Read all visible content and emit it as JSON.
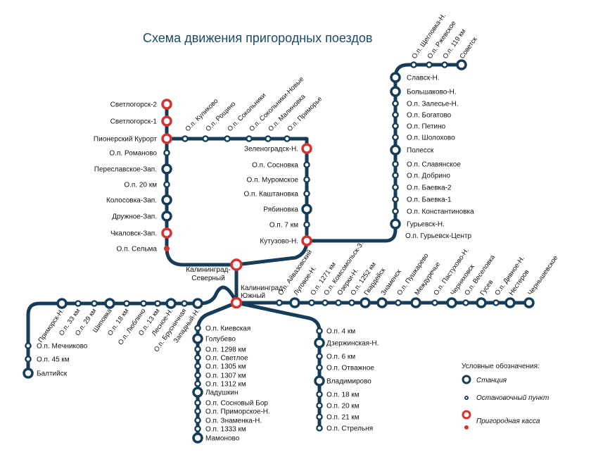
{
  "title": "Схема движения пригородных поездов",
  "legend": {
    "heading": "Условные обозначения:",
    "station": "Станция",
    "stop": "Остановочный пункт",
    "ticket": "Пригородная касса"
  },
  "hubs": {
    "kaliningrad_north": "Калининград-\nСеверный",
    "kaliningrad_south": "Калининград-\nЮжный"
  },
  "west_branch": [
    "Светлогорск-2",
    "Светлогорск-1",
    "Пионерский Курорт",
    "О.п. Романово",
    "Переславское-Зап.",
    "О.п. 20 км",
    "Колосовка-Зап.",
    "Дружное-Зап.",
    "Чкаловск-Зап.",
    "О.п. Сельма"
  ],
  "top_branch": [
    "О.п. Куликово",
    "О.п. Рощино",
    "О.п. Сокольники",
    "О.п. Сокольники-Новые",
    "О.п. Малиновка",
    "О.п. Приморье"
  ],
  "east_branch": [
    "Зеленоградск-Н.",
    "О.п. Сосновка",
    "О.п. Муромское",
    "О.п. Каштановка",
    "Рябиновка",
    "О.п. 7 км",
    "Кутузово-Н."
  ],
  "sovetsk_branch": [
    "Славск-Н.",
    "Большаково-Н.",
    "О.п. Залесье-Н.",
    "О.п. Богатово",
    "О.п. Петино",
    "О.п. Шолохово",
    "Полесск",
    "О.п. Славянское",
    "О.п. Добрино",
    "О.п. Баевка-2",
    "О.п. Баевка-1",
    "О.п. Константиновка",
    "Гурьевск-Н.",
    "О.п. Гурьевск-Центр"
  ],
  "sovetsk_top": [
    "О.п. Щегловка-Н.",
    "О.п. Ржевское",
    "О.п. 119 км",
    "Советск"
  ],
  "baltiysk_branch": [
    "Западный-Н.",
    "О.п. Брусничная",
    "Лесное-Н.",
    "О.п. 13 км",
    "О.п. Люблино",
    "О.п. 18 км",
    "Шиповка",
    "О.п. 29 км",
    "О.п. 33 км",
    "Приморск-Н."
  ],
  "baltiysk_down": [
    "О.п. Мечниково",
    "О.п. 45 км",
    "Балтийск"
  ],
  "chern_branch": [
    "О.п. Айвазовский",
    "Луговое-Н.",
    "О.п. 1271 км",
    "О.п. Комсомольск-З.",
    "Озерки-Н.",
    "О.п. 1252 км",
    "Гвардейск",
    "Знаменск",
    "О.п. Пушкарево",
    "Междуречье",
    "О.п. Пастухово-Н.",
    "Черняховск",
    "О.п. Веселовка",
    "Гусев",
    "О.п. Дивное-Н.",
    "Нестеров",
    "Чернышевское"
  ],
  "mamonovo_branch": [
    "О.п. Киевская",
    "Голубево",
    "О.п. 1298 км",
    "О.п. Светлое",
    "О.п. 1305 км",
    "О.п. 1307 км",
    "О.п. 1312 км",
    "Ладушкин",
    "О.п. Сосновый Бор",
    "О.п. Приморское-Н.",
    "О.п. Знаменка-Н.",
    "О.п. 1333 км",
    "Мамоново"
  ],
  "dzerzh_branch": [
    "О.п. 4 км",
    "Дзержинская-Н.",
    "О.п. 6 км",
    "О.п. Отважное",
    "Владимирово",
    "О.п. 18 км",
    "О.п. 20 км",
    "О.п. 21 км",
    "О.п. Стрельня"
  ],
  "colors": {
    "line": "#153d5a",
    "ticket": "#d8312f",
    "title": "#1b4a68"
  }
}
